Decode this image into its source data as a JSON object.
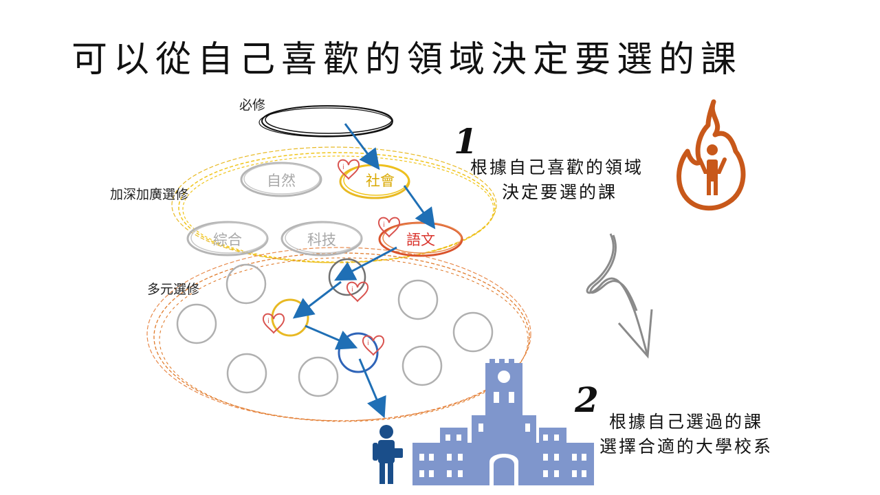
{
  "title": "可以從自己喜歡的領域決定要選的課",
  "levels": {
    "required": "必修",
    "advanced": "加深加廣選修",
    "diverse": "多元選修"
  },
  "subjects": {
    "nature": "自然",
    "social": "社會",
    "integrated": "綜合",
    "technology": "科技",
    "language": "語文"
  },
  "steps": [
    {
      "number": "1",
      "lines": [
        "根據自己喜歡的領域",
        "決定要選的課"
      ]
    },
    {
      "number": "2",
      "lines": [
        "根據自己選過的課",
        "選擇合適的大學校系"
      ]
    }
  ],
  "colors": {
    "arrow": "#1f6fb5",
    "yellow_ring": "#e8b923",
    "orange_ring": "#e07a2a",
    "red_ring": "#d9532c",
    "heart": "#d9534f",
    "grey": "#b0b0b0",
    "fire": "#c8581a",
    "building": "#7f96cc",
    "student": "#1a4e8a"
  },
  "icons": [
    "heart-icon",
    "fire-person-icon",
    "student-icon",
    "university-building-icon",
    "curved-down-arrow-icon"
  ]
}
